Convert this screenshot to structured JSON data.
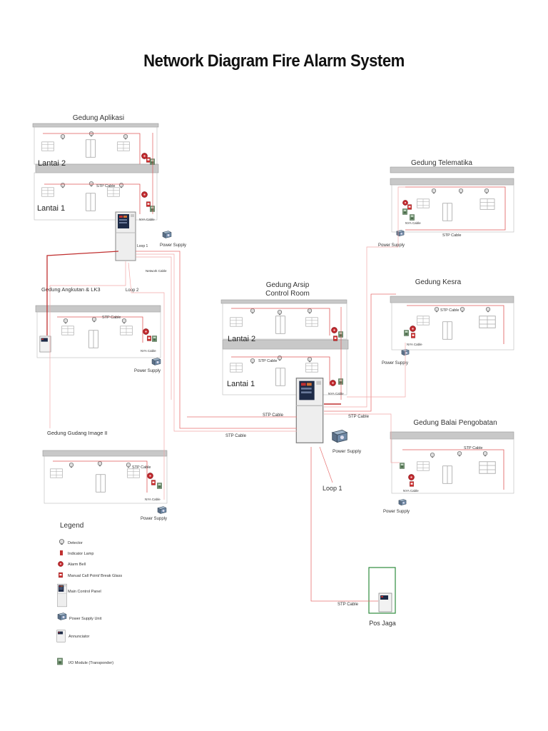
{
  "title": "Network Diagram Fire Alarm System",
  "buildings": {
    "aplikasi": {
      "name": "Gedung Aplikasi",
      "floor2": "Lantai 2",
      "floor1": "Lantai 1"
    },
    "angkutan": {
      "name": "Gedung Angkutan & LK3"
    },
    "gudang": {
      "name": "Gedung Gudang Image II"
    },
    "arsip": {
      "name_line1": "Gedung Arsip",
      "name_line2": "Control Room",
      "floor2": "Lantai 2",
      "floor1": "Lantai 1"
    },
    "telematika": {
      "name": "Gedung Telematika"
    },
    "kesra": {
      "name": "Gedung Kesra"
    },
    "balai": {
      "name": "Gedung Balai Pengobatan"
    },
    "pos": {
      "name": "Pos Jaga"
    }
  },
  "labels": {
    "stp_cable": "STP Cable",
    "nya_cable": "NYA Cable",
    "power_supply": "Power Supply",
    "loop1": "Loop 1",
    "loop2": "Loop 2",
    "network_cable": "Network Cable"
  },
  "legend": {
    "title": "Legend",
    "items": [
      {
        "icon": "detector-icon",
        "label": "Detector"
      },
      {
        "icon": "indicator-lamp-icon",
        "label": "Indicator Lamp"
      },
      {
        "icon": "alarm-bell-icon",
        "label": "Alarm Bell"
      },
      {
        "icon": "manual-call-point-icon",
        "label": "Manual Call Point/ Break Glass"
      },
      {
        "icon": "main-control-panel-icon",
        "label": "Main Control Panel"
      },
      {
        "icon": "power-supply-unit-icon",
        "label": "Power Supply Unit"
      },
      {
        "icon": "annunciator-icon",
        "label": "Annunciator"
      },
      {
        "icon": "io-module-icon",
        "label": "I/O Module (Transponder)"
      }
    ]
  },
  "colors": {
    "cable": "#e05a5a",
    "cable_light": "#f2a9a9",
    "wall": "#999999",
    "roof": "#c8c8c8",
    "pos_border": "#2e8b3e"
  }
}
